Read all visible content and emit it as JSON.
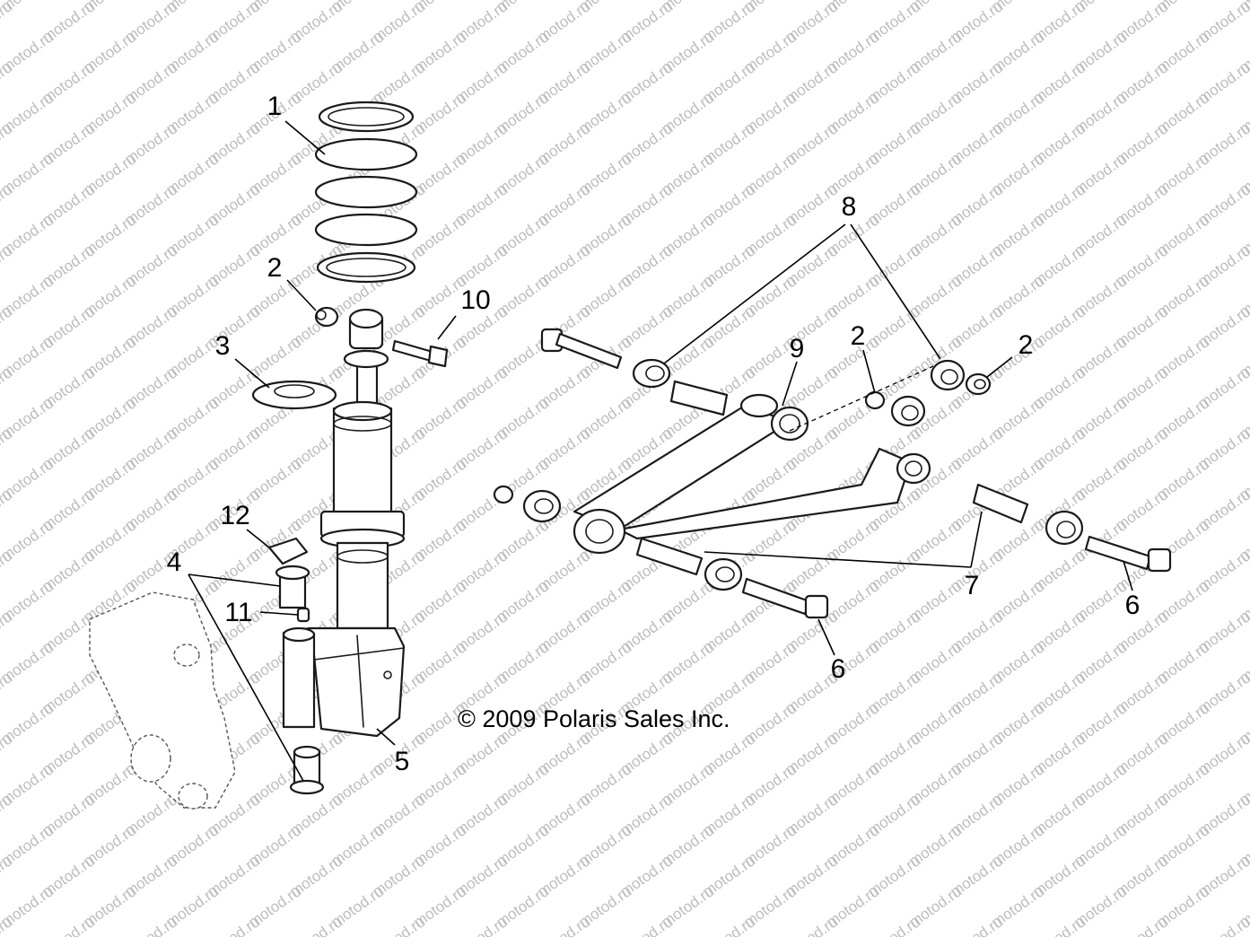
{
  "watermark": {
    "text": "motod.ru"
  },
  "copyright": {
    "text": "© 2009 Polaris Sales Inc."
  },
  "callouts": [
    {
      "id": "c1",
      "label": "1"
    },
    {
      "id": "c2a",
      "label": "2"
    },
    {
      "id": "c2b",
      "label": "2"
    },
    {
      "id": "c2c",
      "label": "2"
    },
    {
      "id": "c3",
      "label": "3"
    },
    {
      "id": "c4",
      "label": "4"
    },
    {
      "id": "c5",
      "label": "5"
    },
    {
      "id": "c6a",
      "label": "6"
    },
    {
      "id": "c6b",
      "label": "6"
    },
    {
      "id": "c7",
      "label": "7"
    },
    {
      "id": "c8",
      "label": "8"
    },
    {
      "id": "c9",
      "label": "9"
    },
    {
      "id": "c10",
      "label": "10"
    },
    {
      "id": "c11",
      "label": "11"
    },
    {
      "id": "c12",
      "label": "12"
    }
  ]
}
